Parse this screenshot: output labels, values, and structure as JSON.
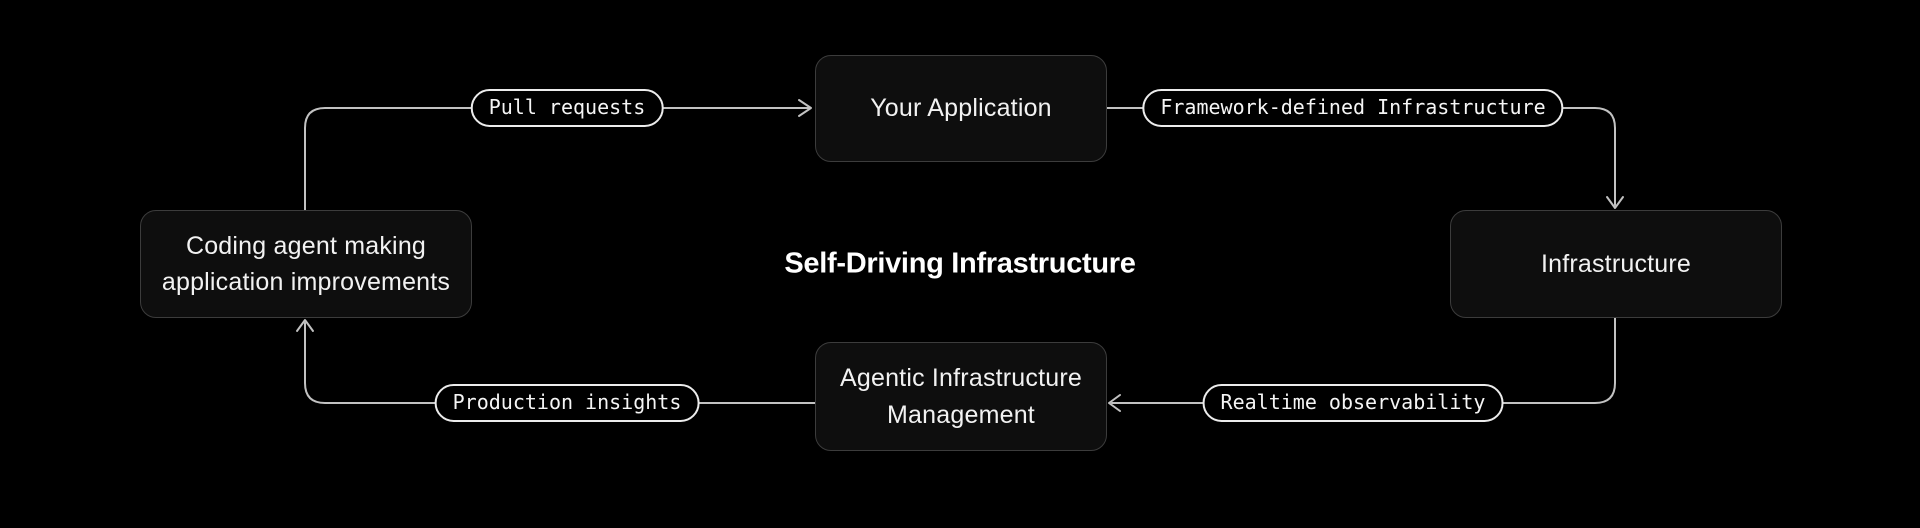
{
  "title": "Self-Driving Infrastructure",
  "colors": {
    "background": "#000000",
    "node_fill": "#0e0e0e",
    "node_border": "#3c3c3c",
    "node_text": "#f2f2f2",
    "connector": "#c2c2c2",
    "pill_fill": "#000000",
    "pill_border": "#ececec",
    "pill_text": "#f5f5f5",
    "title_text": "#ffffff"
  },
  "nodes": [
    {
      "id": "your-application",
      "lines": [
        "Your Application"
      ]
    },
    {
      "id": "infrastructure",
      "lines": [
        "Infrastructure"
      ]
    },
    {
      "id": "agentic-infrastructure-management",
      "lines": [
        "Agentic Infrastructure",
        "Management"
      ]
    },
    {
      "id": "coding-agent",
      "lines": [
        "Coding agent making",
        "application improvements"
      ]
    }
  ],
  "edges": [
    {
      "label": "Pull requests",
      "from": "coding-agent",
      "to": "your-application",
      "arrow_direction": "right"
    },
    {
      "label": "Framework-defined Infrastructure",
      "from": "your-application",
      "to": "infrastructure",
      "arrow_direction": "down"
    },
    {
      "label": "Realtime observability",
      "from": "infrastructure",
      "to": "agentic-infrastructure-management",
      "arrow_direction": "left"
    },
    {
      "label": "Production insights",
      "from": "agentic-infrastructure-management",
      "to": "coding-agent",
      "arrow_direction": "up"
    }
  ]
}
